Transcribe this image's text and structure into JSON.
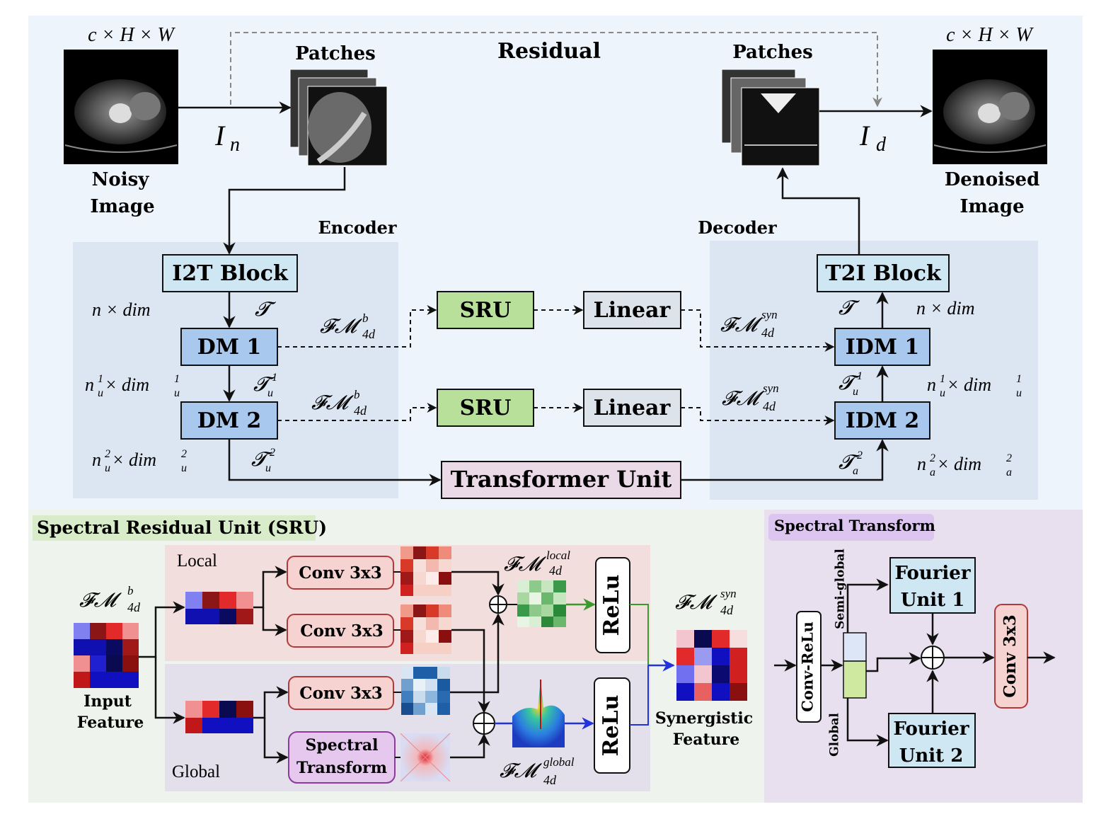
{
  "top": {
    "noisy_dims": "c × H × W",
    "denoised_dims": "c × H × W",
    "noisy_label_1": "Noisy",
    "noisy_label_2": "Image",
    "denoised_label_1": "Denoised",
    "denoised_label_2": "Image",
    "patches_left": "Patches",
    "patches_right": "Patches",
    "residual": "Residual",
    "in_sym": "I",
    "in_sub": "n",
    "id_sym": "I",
    "id_sub": "d",
    "encoder": "Encoder",
    "decoder": "Decoder"
  },
  "blocks": {
    "i2t": "I2T Block",
    "t2i": "T2I Block",
    "dm1": "DM 1",
    "dm2": "DM 2",
    "idm1": "IDM 1",
    "idm2": "IDM 2",
    "sru1": "SRU",
    "sru2": "SRU",
    "linear1": "Linear",
    "linear2": "Linear",
    "transformer": "Transformer Unit"
  },
  "math": {
    "n_dim": "n × dim",
    "tau": "𝓣",
    "fm": "𝓕𝓜",
    "sub_4d": "4d",
    "sup_b": "b",
    "sup_syn": "syn",
    "sup_local": "local",
    "sup_global": "global",
    "nu1": "n",
    "nu1_rest": " × dim",
    "sub_u": "u",
    "sub_a": "a",
    "sup_1": "1",
    "sup_2": "2"
  },
  "sru": {
    "title": "Spectral Residual Unit (SRU)",
    "local": "Local",
    "global": "Global",
    "conv_a": "Conv 3x3",
    "conv_b": "Conv 3x3",
    "conv_c": "Conv 3x3",
    "spectral_1": "Spectral",
    "spectral_2": "Transform",
    "relu_top": "ReLu",
    "relu_bottom": "ReLu",
    "input_1": "Input",
    "input_2": "Feature",
    "syn_1": "Synergistic",
    "syn_2": "Feature"
  },
  "st": {
    "title": "Spectral Transform",
    "conv_relu": "Conv-ReLu",
    "semi_global": "Semi-global",
    "global": "Global",
    "fourier1_1": "Fourier",
    "fourier1_2": "Unit 1",
    "fourier2_1": "Fourier",
    "fourier2_2": "Unit 2",
    "conv": "Conv 3x3"
  },
  "colors": {
    "top_bg": "#eef4fb",
    "panel_bg": "#dce6f3",
    "block_blue": "#a9c8ee",
    "block_cyan": "#cfe7f3",
    "sru_green": "#b8e09a",
    "linear_gray": "#dde3ea",
    "transformer_pink": "#ead9e6",
    "conv_pink": "#f6d3d0",
    "spectral_purple": "#e6c8ef",
    "local_bg": "#f3dede",
    "global_bg": "#e3e0eb"
  }
}
